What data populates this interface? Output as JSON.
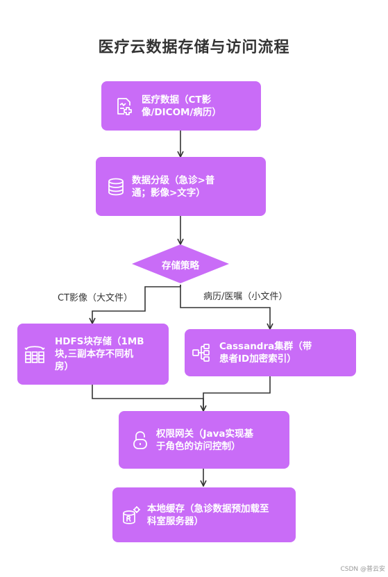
{
  "title": "医疗云数据存储与访问流程",
  "nodes": {
    "medical_data": {
      "label_line1": "医疗数据（CT影",
      "label_line2": "像/DICOM/病历）",
      "icon": "medical-file-icon"
    },
    "classification": {
      "label_line1": "数据分级（急诊>普",
      "label_line2": "通；影像>文字）",
      "icon": "database-icon"
    },
    "strategy": {
      "label": "存储策略"
    },
    "hdfs": {
      "label_line1": "HDFS块存储（1MB",
      "label_line2": "块,三副本存不同机",
      "label_line3": "房）",
      "icon": "server-rack-icon"
    },
    "cassandra": {
      "label_line1": "Cassandra集群（带",
      "label_line2": "患者ID加密索引）",
      "icon": "cluster-icon"
    },
    "access_gateway": {
      "label_line1": "权限网关（Java实现基",
      "label_line2": "于角色的访问控制）",
      "icon": "lock-icon"
    },
    "local_cache": {
      "label_line1": "本地缓存（急诊数据预加载至",
      "label_line2": "科室服务器）",
      "icon": "cache-icon"
    }
  },
  "edges": {
    "to_hdfs": "CT影像（大文件）",
    "to_cassandra": "病历/医嘱（小文件）"
  },
  "colors": {
    "node": "#c96cf7",
    "line": "#333333"
  },
  "watermark": "CSDN @普云安"
}
